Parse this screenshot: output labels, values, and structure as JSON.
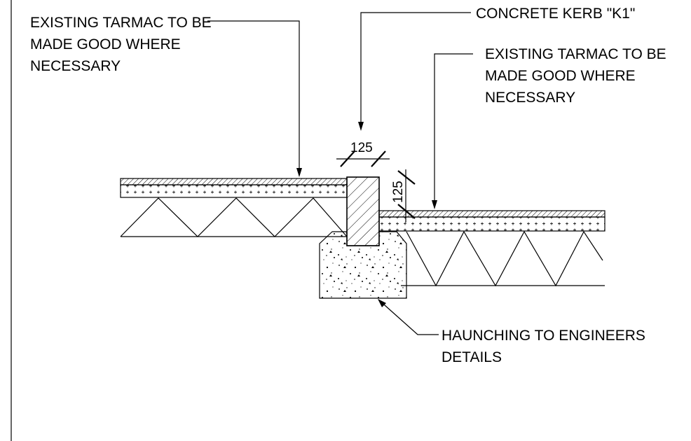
{
  "labels": {
    "tarmac_left": [
      "EXISTING TARMAC TO BE",
      "MADE GOOD WHERE",
      "NECESSARY"
    ],
    "kerb": "CONCRETE KERB \"K1\"",
    "tarmac_right": [
      "EXISTING TARMAC TO BE",
      "MADE GOOD WHERE",
      "NECESSARY"
    ],
    "haunching": [
      "HAUNCHING TO ENGINEERS",
      "DETAILS"
    ]
  },
  "dimensions": {
    "kerb_width": "125",
    "kerb_upstand": "125"
  }
}
